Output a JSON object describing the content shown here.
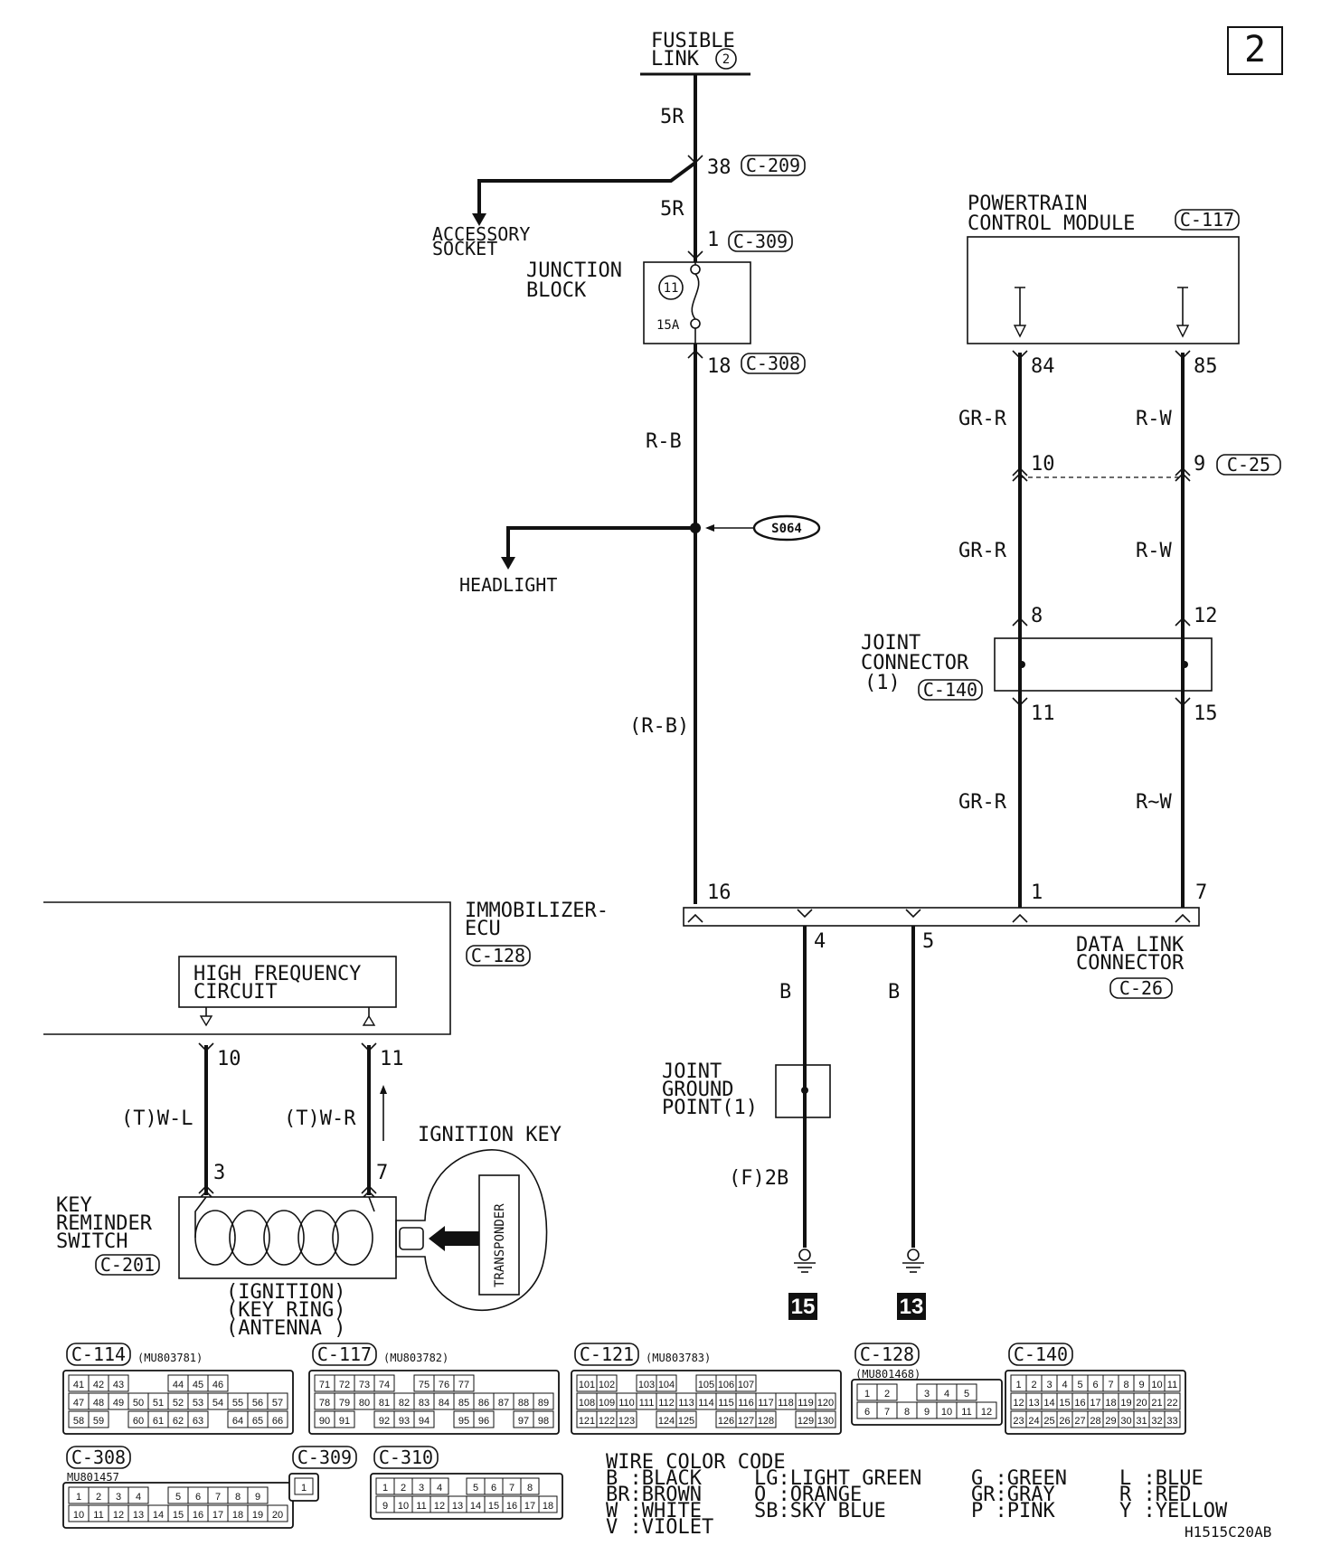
{
  "page_number": "2",
  "fusible_link": {
    "label_1": "FUSIBLE",
    "label_2": "LINK",
    "num": "2"
  },
  "wires": {
    "w_5r_top": "5R",
    "w_5r_mid": "5R",
    "w_rb": "R-B",
    "w_rb_paren": "(R-B)",
    "w_grr_1": "GR-R",
    "w_grr_2": "GR-R",
    "w_grr_3": "GR-R",
    "w_rw_1": "R-W",
    "w_rw_2": "R-W",
    "w_rw_3": "R~W",
    "w_b_1": "B",
    "w_b_2": "B",
    "w_f2b": "(F)2B",
    "w_twl": "(T)W-L",
    "w_twr": "(T)W-R"
  },
  "connectors": {
    "c209": "C-209",
    "c309": "C-309",
    "c308": "C-308",
    "c117": "C-117",
    "c25": "C-25",
    "c140": "C-140",
    "c26": "C-26",
    "c128": "C-128",
    "c201": "C-201"
  },
  "pins": {
    "p38": "38",
    "p1": "1",
    "p18": "18",
    "p84": "84",
    "p85": "85",
    "p10a": "10",
    "p9": "9",
    "p8": "8",
    "p12": "12",
    "p11a": "11",
    "p15": "15",
    "p16": "16",
    "p1b": "1",
    "p7": "7",
    "p4": "4",
    "p5": "5",
    "p10b": "10",
    "p11b": "11",
    "p3": "3",
    "p7b": "7"
  },
  "components": {
    "accessory_1": "ACCESSORY",
    "accessory_2": "SOCKET",
    "junction_1": "JUNCTION",
    "junction_2": "BLOCK",
    "fuse_num": "11",
    "fuse_amp": "15A",
    "splice": "S064",
    "headlight": "HEADLIGHT",
    "pcm_1": "POWERTRAIN",
    "pcm_2": "CONTROL MODULE",
    "joint_1": "JOINT",
    "joint_2": "CONNECTOR",
    "joint_3": "(1)",
    "dlc_1": "DATA LINK",
    "dlc_2": "CONNECTOR",
    "immo_1": "IMMOBILIZER-",
    "immo_2": "ECU",
    "hf_1": "HIGH FREQUENCY",
    "hf_2": "CIRCUIT",
    "ign_key": "IGNITION KEY",
    "transponder": "TRANSPONDER",
    "krs_1": "KEY",
    "krs_2": "REMINDER",
    "krs_3": "SWITCH",
    "ant_1": "(IGNITION)",
    "ant_2": "(KEY RING)",
    "ant_3": "(ANTENNA )",
    "jgp_1": "JOINT",
    "jgp_2": "GROUND",
    "jgp_3": "POINT(1)",
    "ground_15": "15",
    "ground_13": "13"
  },
  "connector_views": [
    {
      "id": "C-114",
      "part": "(MU803781)",
      "rows": [
        [
          "41",
          "42",
          "43",
          "",
          "",
          "44",
          "45",
          "46"
        ],
        [
          "47",
          "48",
          "49",
          "50",
          "51",
          "52",
          "53",
          "54",
          "55",
          "56",
          "57"
        ],
        [
          "58",
          "59",
          "",
          "60",
          "61",
          "62",
          "63",
          "",
          "64",
          "65",
          "66"
        ]
      ]
    },
    {
      "id": "C-117",
      "part": "(MU803782)",
      "rows": [
        [
          "71",
          "72",
          "73",
          "74",
          "",
          "75",
          "76",
          "77"
        ],
        [
          "78",
          "79",
          "80",
          "81",
          "82",
          "83",
          "84",
          "85",
          "86",
          "87",
          "88",
          "89"
        ],
        [
          "90",
          "91",
          "",
          "92",
          "93",
          "94",
          "",
          "95",
          "96",
          "",
          "97",
          "98"
        ]
      ]
    },
    {
      "id": "C-121",
      "part": "(MU803783)",
      "rows": [
        [
          "101",
          "102",
          "",
          "103",
          "104",
          "",
          "105",
          "106",
          "107"
        ],
        [
          "108",
          "109",
          "110",
          "111",
          "112",
          "113",
          "114",
          "115",
          "116",
          "117",
          "118",
          "119",
          "120"
        ],
        [
          "121",
          "122",
          "123",
          "",
          "124",
          "125",
          "",
          "126",
          "127",
          "128",
          "",
          "129",
          "130"
        ]
      ]
    },
    {
      "id": "C-128",
      "part": "(MU801468)",
      "rows": [
        [
          "1",
          "2",
          "",
          "3",
          "4",
          "5"
        ],
        [
          "6",
          "7",
          "8",
          "9",
          "10",
          "11",
          "12"
        ]
      ]
    },
    {
      "id": "C-140",
      "part": "",
      "rows": [
        [
          "1",
          "2",
          "3",
          "4",
          "5",
          "6",
          "7",
          "8",
          "9",
          "10",
          "11"
        ],
        [
          "12",
          "13",
          "14",
          "15",
          "16",
          "17",
          "18",
          "19",
          "20",
          "21",
          "22"
        ],
        [
          "23",
          "24",
          "25",
          "26",
          "27",
          "28",
          "29",
          "30",
          "31",
          "32",
          "33"
        ]
      ]
    },
    {
      "id": "C-308",
      "part": "MU801457",
      "rows": [
        [
          "1",
          "2",
          "3",
          "4",
          "",
          "5",
          "6",
          "7",
          "8",
          "9"
        ],
        [
          "10",
          "11",
          "12",
          "13",
          "14",
          "15",
          "16",
          "17",
          "18",
          "19",
          "20"
        ]
      ]
    },
    {
      "id": "C-309",
      "part": "",
      "rows": [
        [
          "1"
        ]
      ]
    },
    {
      "id": "C-310",
      "part": "",
      "rows": [
        [
          "1",
          "2",
          "3",
          "4",
          "",
          "5",
          "6",
          "7",
          "8"
        ],
        [
          "9",
          "10",
          "11",
          "12",
          "13",
          "14",
          "15",
          "16",
          "17",
          "18"
        ]
      ]
    }
  ],
  "color_code": {
    "title": "WIRE COLOR CODE",
    "entries": [
      "B :BLACK",
      "BR:BROWN",
      "W :WHITE",
      "V :VIOLET",
      "LG:LIGHT GREEN",
      "O :ORANGE",
      "SB:SKY BLUE",
      "G :GREEN",
      "GR:GRAY",
      "P :PINK",
      "L :BLUE",
      "R :RED",
      "Y :YELLOW"
    ]
  },
  "figure_id": "H1515C20AB"
}
